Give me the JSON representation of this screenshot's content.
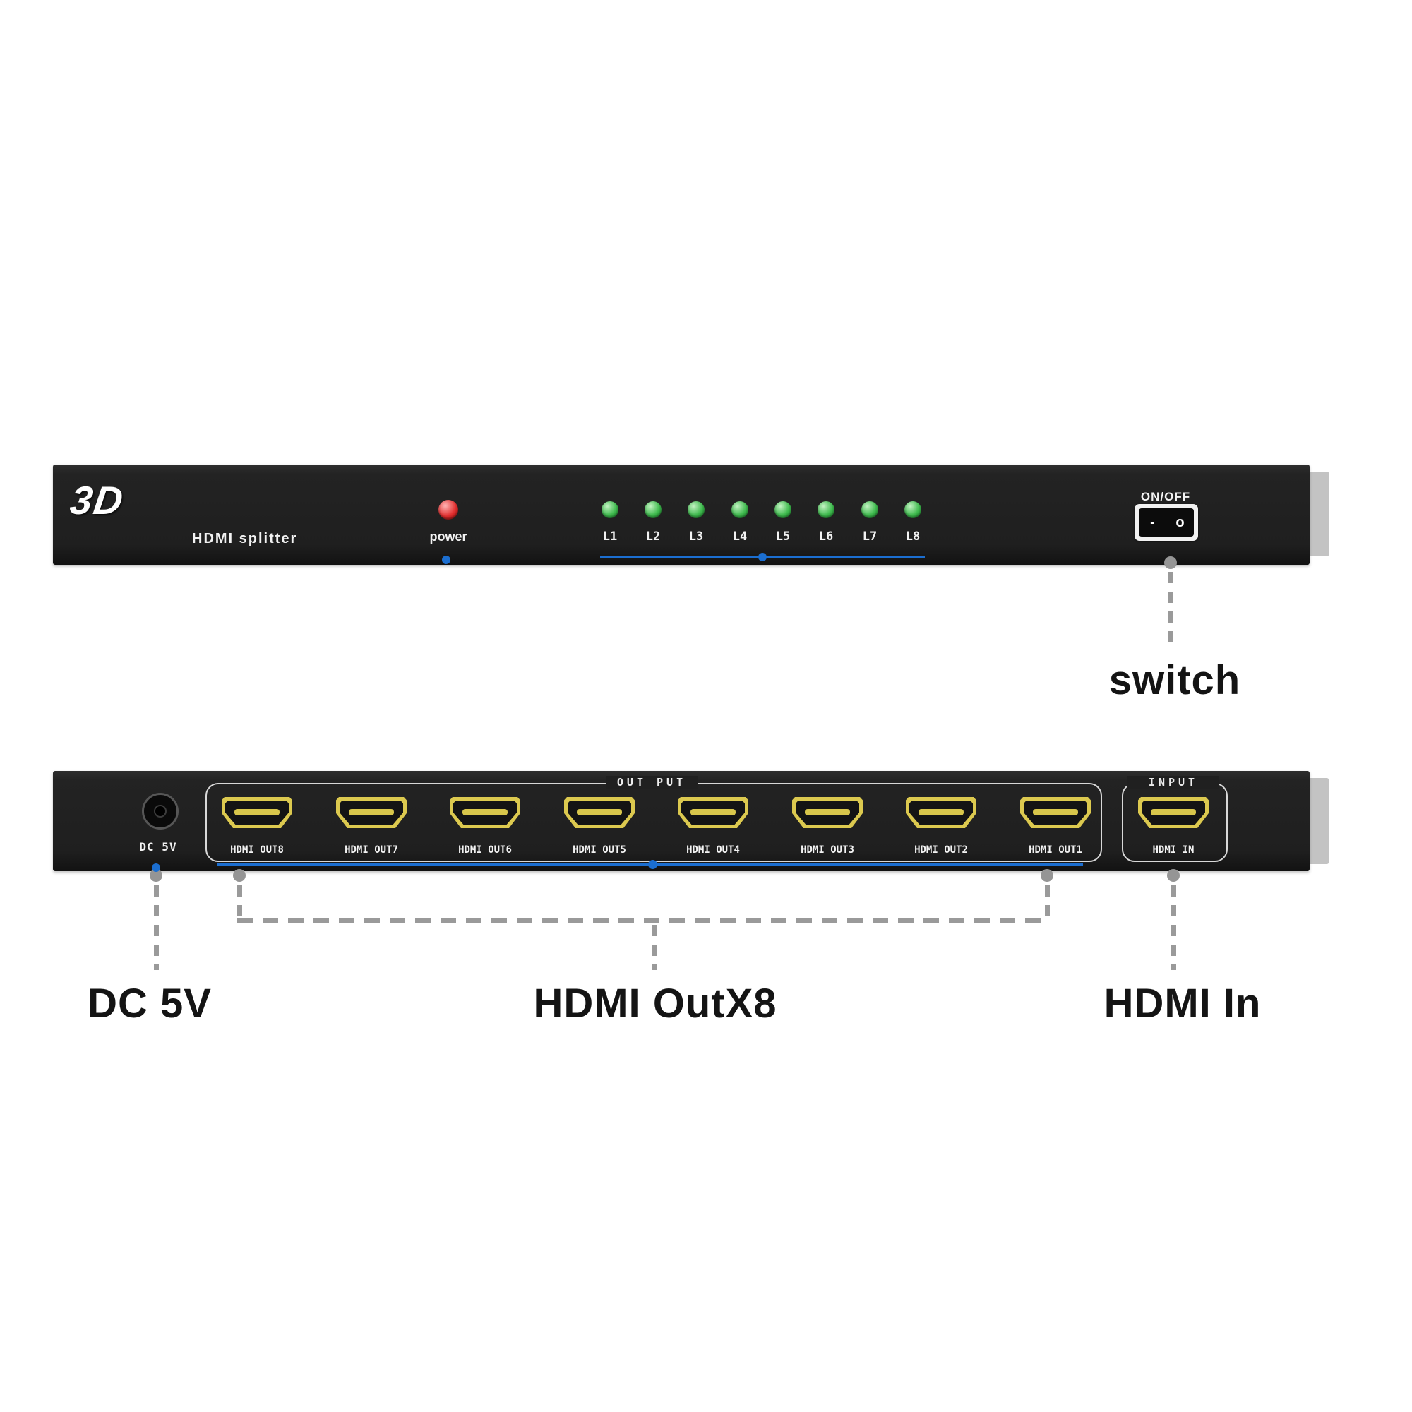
{
  "front_panel": {
    "logo": "3D",
    "device_name": "HDMI splitter",
    "power_label": "power",
    "led_labels": [
      "L1",
      "L2",
      "L3",
      "L4",
      "L5",
      "L6",
      "L7",
      "L8"
    ],
    "switch_title": "ON/OFF",
    "switch_dash": "-",
    "switch_circle": "o"
  },
  "rear_panel": {
    "dc_label": "DC 5V",
    "output_group_label": "OUT PUT",
    "output_ports": [
      "HDMI OUT8",
      "HDMI OUT7",
      "HDMI OUT6",
      "HDMI OUT5",
      "HDMI OUT4",
      "HDMI OUT3",
      "HDMI OUT2",
      "HDMI OUT1"
    ],
    "input_group_label": "INPUT",
    "input_port_label": "HDMI IN"
  },
  "annotations": {
    "switch": "switch",
    "dc": "DC 5V",
    "hdmi_out": "HDMI OutX8",
    "hdmi_in": "HDMI In"
  },
  "colors": {
    "panel": "#202020",
    "led_green": "#3fba4e",
    "led_red": "#e23030",
    "accent_blue": "#1b6ed0",
    "port_gold": "#dcc94f",
    "connector_gray": "#9a9a9a"
  }
}
